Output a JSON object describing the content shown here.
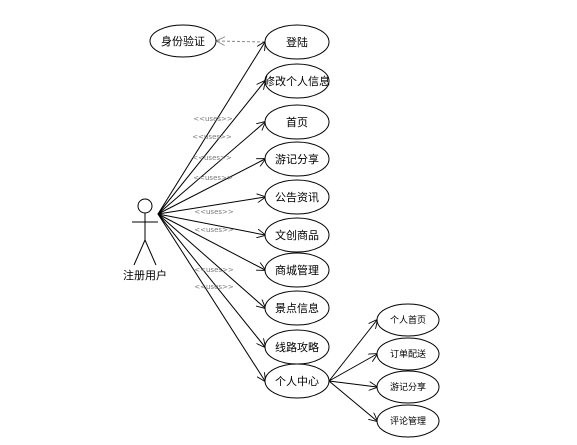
{
  "actor": {
    "label": "注册用户"
  },
  "auth_case": {
    "label": "身份验证"
  },
  "main_cases": [
    {
      "id": "login",
      "label": "登陆",
      "uses": ""
    },
    {
      "id": "modify-info",
      "label": "修改个人信息",
      "uses": ""
    },
    {
      "id": "home",
      "label": "首页",
      "uses": "<<uses>>"
    },
    {
      "id": "travel-share",
      "label": "游记分享",
      "uses": "<<uses>>"
    },
    {
      "id": "notice",
      "label": "公告资讯",
      "uses": "<<uses>>"
    },
    {
      "id": "products",
      "label": "文创商品",
      "uses": "<<uses>>"
    },
    {
      "id": "shop-manage",
      "label": "商城管理",
      "uses": "<<uses>>"
    },
    {
      "id": "scenic-info",
      "label": "景点信息",
      "uses": "<<uses>>"
    },
    {
      "id": "routes",
      "label": "线路攻略",
      "uses": "<<uses>>"
    },
    {
      "id": "personal-center",
      "label": "个人中心",
      "uses": "<<uses>>"
    }
  ],
  "sub_cases": [
    {
      "id": "personal-home",
      "label": "个人首页"
    },
    {
      "id": "order-delivery",
      "label": "订单配送"
    },
    {
      "id": "travel-share-sub",
      "label": "游记分享"
    },
    {
      "id": "comment-manage",
      "label": "评论管理"
    }
  ]
}
